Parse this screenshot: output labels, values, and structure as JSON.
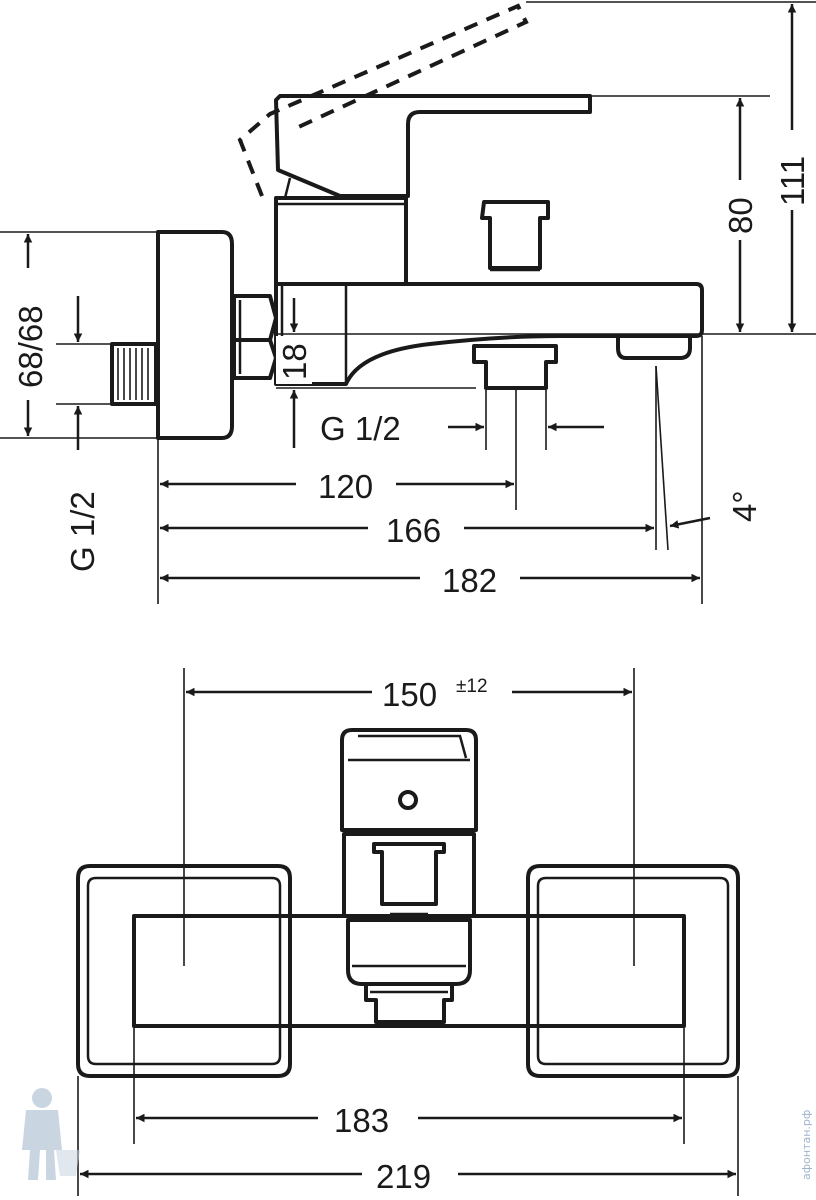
{
  "side_view": {
    "dims": {
      "d68": "68/68",
      "d18": "18",
      "d80": "80",
      "d111": "111",
      "g_outlet": "G 1/2",
      "g_inlet": "G 1/2",
      "d120": "120",
      "d166": "166",
      "d182": "182",
      "angle": "4°"
    }
  },
  "top_view": {
    "dims": {
      "d150": "150",
      "tol": "±12",
      "d183": "183",
      "d219": "219"
    }
  },
  "watermark": {
    "text": "афонтан.рф",
    "color": "#9fb4cc"
  },
  "colors": {
    "line": "#1a1a1a",
    "background": "#ffffff"
  }
}
